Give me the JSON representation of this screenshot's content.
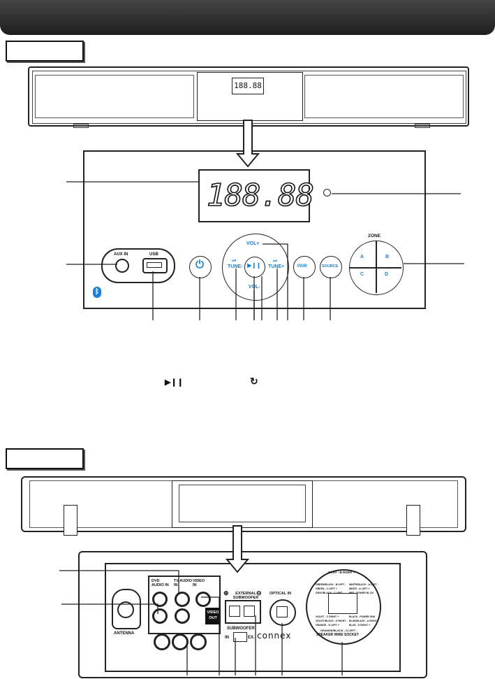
{
  "front_view": {
    "display_digits": "188.88",
    "aux_in_label": "AUX IN",
    "usb_label": "USB",
    "pair_label": "PAIR",
    "source_label": "SOURCE",
    "vol_up_label": "VOL+",
    "vol_down_label": "VOL-",
    "tune_down_label": "TUNE-",
    "tune_up_label": "TUNE+",
    "zone_label": "ZONE",
    "zone_a": "A",
    "zone_b": "B",
    "zone_c": "C",
    "zone_d": "D",
    "play_pause_glyph": "▶❙❙",
    "repeat_glyph": "↻"
  },
  "rear_view": {
    "dvd_audio_in": "DVD AUDIO IN",
    "tv_audio_in": "TV AUDIO IN",
    "video_in": "VIDEO IN",
    "video_out": "VIDEO OUT",
    "external_subwoofer": "EXTERNAL SUBWOOFER",
    "optical_in": "OPTICAL IN",
    "antenna": "ANTENNA",
    "subwoofer": "SUBWOOFER",
    "sub_in": "IN",
    "sub_ex": "EX.",
    "brand": "connex",
    "speaker_wire_socket": "SPEAKER WIRE SOCKET",
    "wire_gray": "GRAY - B RIGHT +",
    "wire_orange_black": "ORANGE/BLACK - D LEFT -",
    "wire_left_lines": [
      "GREEN/BLACK - B LEFT -",
      "GREEN - C LEFT +",
      "GRAY/BLACK - C LEFT -",
      "VIOLET - C RIGHT +",
      "VIOLET/BLACK - D RIGHT -",
      "ORANGE - D LEFT +"
    ],
    "wire_right_lines": [
      "WHITE/BLACK - A LEFT -",
      "WHITE - A LEFT +",
      "RED - POWER IN 12V",
      "BLACK - POWER GND",
      "BLUE/BLACK - A RIGHT -",
      "BLUE - D RIGHT +"
    ]
  },
  "colors": {
    "accent_blue": "#1b7fd4",
    "line": "#222222"
  }
}
